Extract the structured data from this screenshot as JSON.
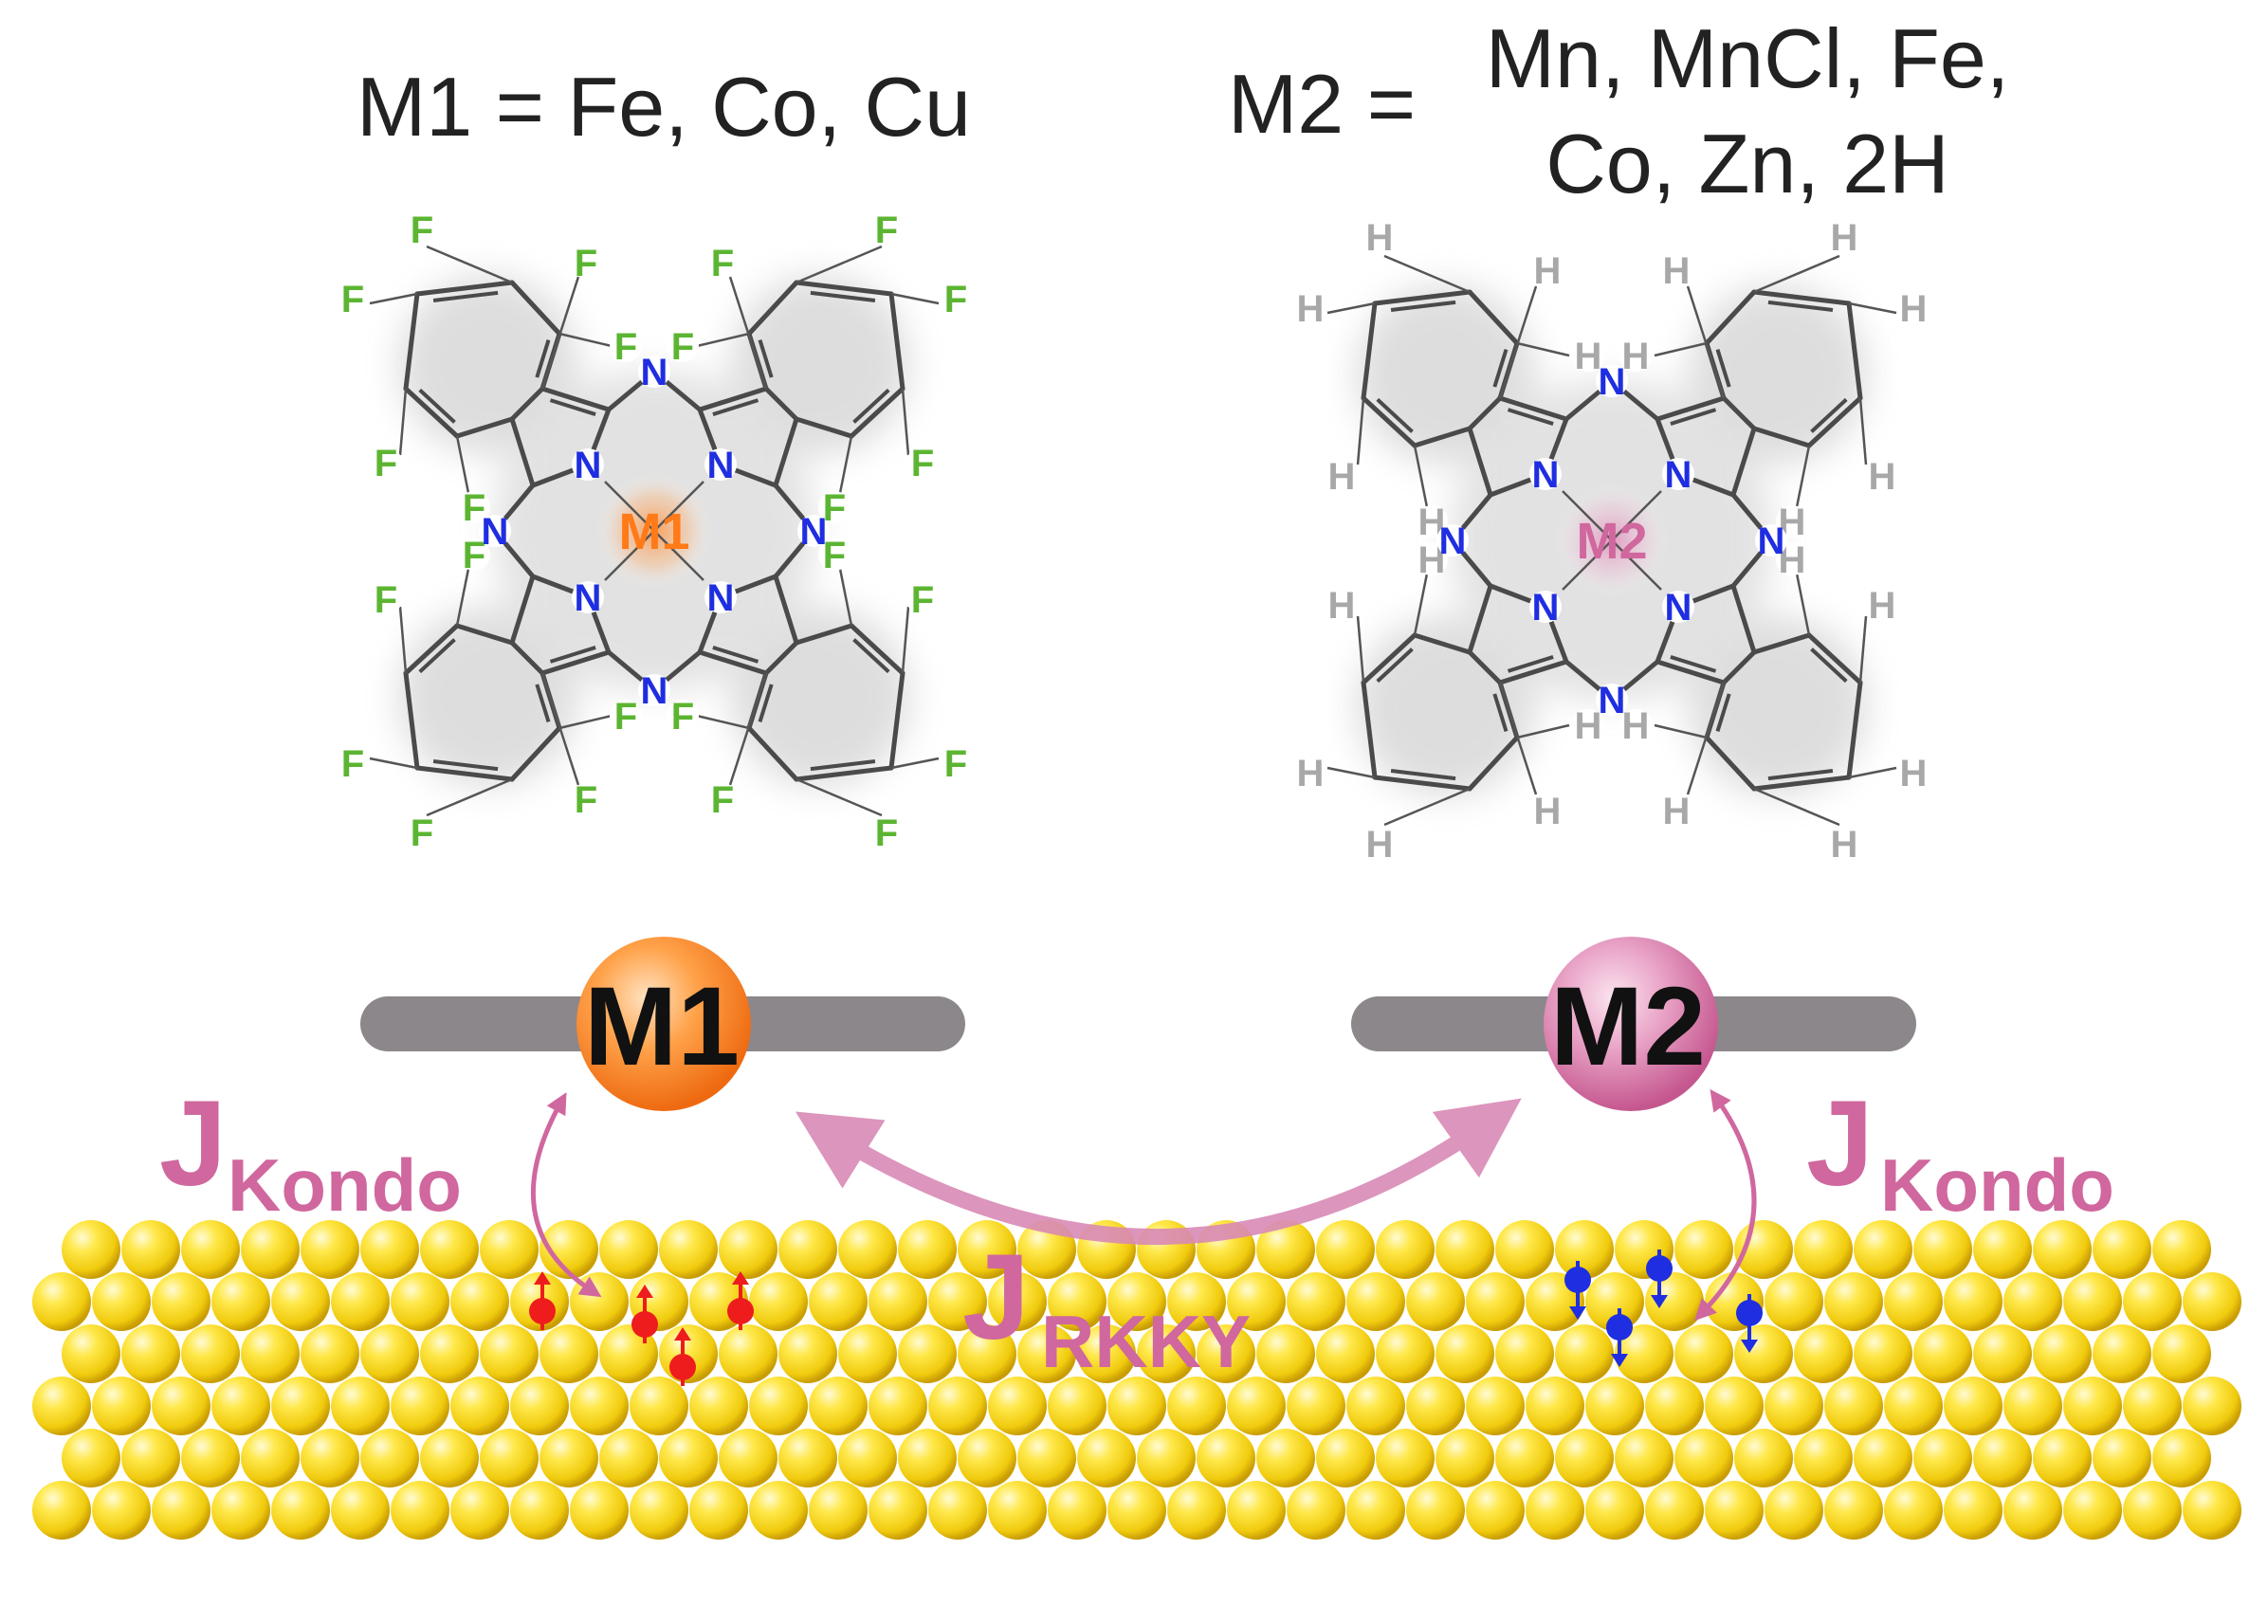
{
  "headings": {
    "m1_formula": "M1 = Fe, Co, Cu",
    "m2_prefix": "M2 =",
    "m2_line1": "Mn, MnCl, Fe,",
    "m2_line2": "Co, Zn, 2H"
  },
  "molecules": {
    "left": {
      "center_label": "M1",
      "substituent": "F",
      "nitrogen": "N"
    },
    "right": {
      "center_label": "M2",
      "substituent": "H",
      "nitrogen": "N"
    }
  },
  "adsorbed": {
    "left_label": "M1",
    "right_label": "M2"
  },
  "couplings": {
    "j_symbol": "J",
    "kondo_sub": "Kondo",
    "rkky_sub": "RKKY"
  },
  "colors": {
    "orange": "#ff7a18",
    "pink": "#d0679e",
    "nitrogen": "#1f2ee0",
    "fluorine": "#5cb532",
    "hydrogen": "#a8a8a8",
    "gold": "#f2d21a",
    "spin_up": "#ee1c1c",
    "spin_down": "#1f2ee0",
    "bar": "#8c878b"
  }
}
